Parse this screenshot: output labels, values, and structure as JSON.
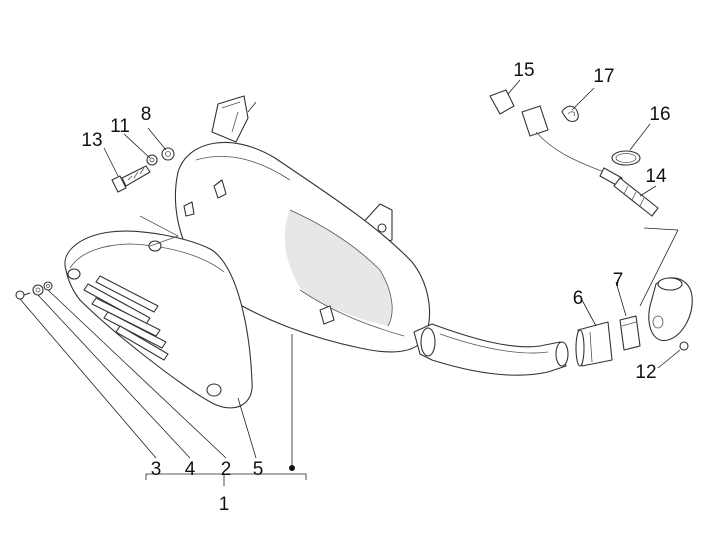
{
  "diagram": {
    "callouts": {
      "c1": "1",
      "c2": "2",
      "c3": "3",
      "c4": "4",
      "c5": "5",
      "c6": "6",
      "c7": "7",
      "c8": "8",
      "c11": "11",
      "c12": "12",
      "c13": "13",
      "c14": "14",
      "c15": "15",
      "c16": "16",
      "c17": "17"
    }
  }
}
